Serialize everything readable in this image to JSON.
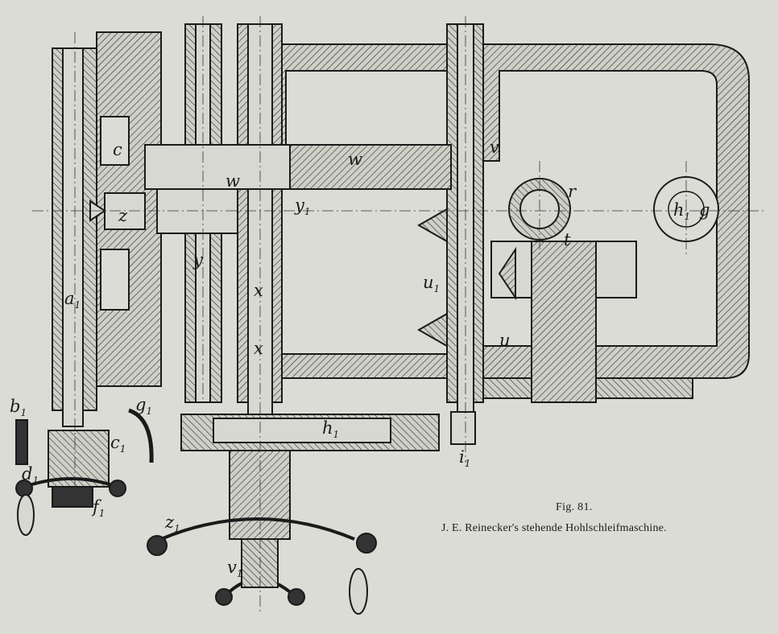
{
  "figure": {
    "number": "Fig. 81.",
    "title": "J. E. Reinecker's stehende Hohlschleifmaschine."
  },
  "labels": {
    "a1": {
      "base": "a",
      "sub": "1"
    },
    "b1": {
      "base": "b",
      "sub": "1"
    },
    "c": {
      "base": "c",
      "sub": ""
    },
    "c1": {
      "base": "c",
      "sub": "1"
    },
    "d1": {
      "base": "d",
      "sub": "1"
    },
    "f1": {
      "base": "f",
      "sub": "1"
    },
    "g": {
      "base": "g",
      "sub": ""
    },
    "g1": {
      "base": "g",
      "sub": "1"
    },
    "h1": {
      "base": "h",
      "sub": "1"
    },
    "h1b": {
      "base": "h",
      "sub": "1"
    },
    "i1": {
      "base": "i",
      "sub": "1"
    },
    "t": {
      "base": "t",
      "sub": ""
    },
    "u": {
      "base": "u",
      "sub": ""
    },
    "u1": {
      "base": "u",
      "sub": "1"
    },
    "v": {
      "base": "v",
      "sub": ""
    },
    "v1": {
      "base": "v",
      "sub": "1"
    },
    "w": {
      "base": "w",
      "sub": ""
    },
    "w_small": {
      "base": "w",
      "sub": ""
    },
    "x": {
      "base": "x",
      "sub": ""
    },
    "x2": {
      "base": "x",
      "sub": ""
    },
    "y": {
      "base": "y",
      "sub": ""
    },
    "y1": {
      "base": "y",
      "sub": "1"
    },
    "z": {
      "base": "z",
      "sub": ""
    },
    "z1": {
      "base": "z",
      "sub": "1"
    },
    "r": {
      "base": "r",
      "sub": ""
    }
  }
}
